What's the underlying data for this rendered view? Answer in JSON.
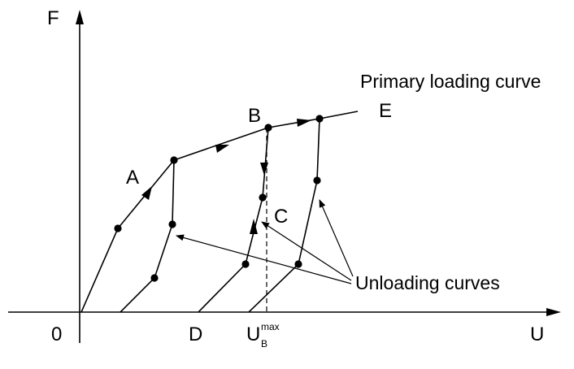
{
  "labels": {
    "f_axis": "F",
    "u_axis": "U",
    "origin": "0",
    "point_a": "A",
    "point_b": "B",
    "point_c": "C",
    "point_d": "D",
    "point_e": "E",
    "u_b": "U",
    "u_b_sub": "B",
    "u_b_sup": "max",
    "primary_curve": "Primary loading curve",
    "unloading_curves": "Unloading curves"
  }
}
